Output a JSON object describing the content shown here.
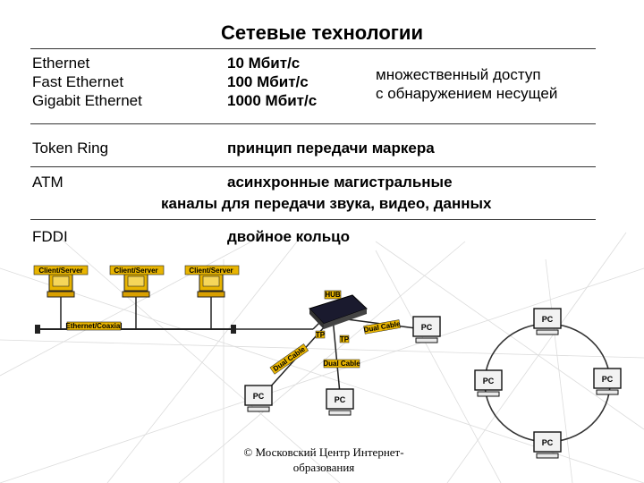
{
  "title": "Сетевые технологии",
  "rows": {
    "ethernet": {
      "names": [
        "Ethernet",
        "Fast Ethernet",
        "Gigabit Ethernet"
      ],
      "speeds": [
        "10 Мбит/с",
        "100 Мбит/с",
        "1000 Мбит/с"
      ],
      "method": [
        "множественный доступ",
        "с обнаружением несущей"
      ]
    },
    "token_ring": {
      "name": "Token Ring",
      "desc": "принцип передачи маркера"
    },
    "atm": {
      "name": "ATM",
      "desc": [
        "асинхронные магистральные",
        "каналы для передачи звука, видео, данных"
      ]
    },
    "fddi": {
      "name": "FDDI",
      "desc": "двойное кольцо"
    }
  },
  "diagram": {
    "bus_labels": [
      "Client/Server",
      "Client/Server",
      "Client/Server"
    ],
    "bus_cable_label": "Ethernet/Coaxial",
    "hub_label": "HUB",
    "tp_label": "TP",
    "tp2_label": "TP",
    "dual_cable_label_1": "Dual Cable",
    "dual_cable_label_2": "Dual Cable",
    "coax_label": "Dual Cable",
    "pc_label": "PC"
  },
  "footer": [
    "© Московский Центр Интернет-",
    "образования"
  ],
  "colors": {
    "accent_yellow": "#e8b400",
    "line": "#333333",
    "background_pattern": "#d8d8d8"
  }
}
